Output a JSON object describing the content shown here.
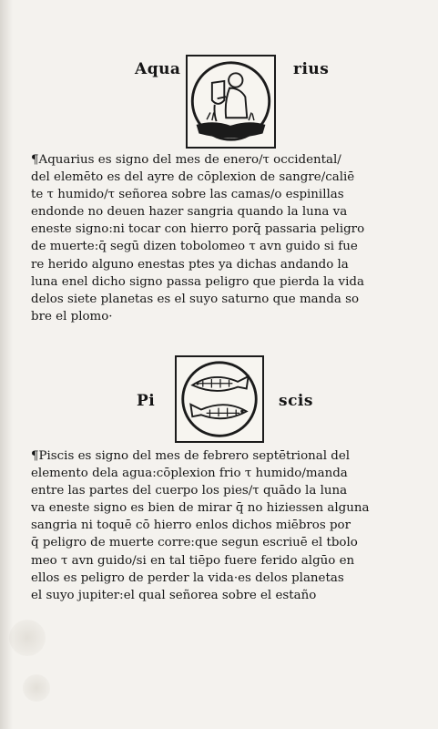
{
  "aquarius": {
    "heading_left": "Aqua",
    "heading_right": "rius",
    "lines": [
      "¶Aquarius es signo del mes de enero/τ occidental/",
      "del elemēto es del ayre de cōplexion de sangre/caliē",
      "te τ humido/τ señorea sobre las camas/o espinillas",
      "endonde no deuen hazer sangria quando la luna va",
      "eneste signo:ni tocar con hierro porq̄ passaria peligro",
      "de muerte:q̄ segū dizen tobolomeo τ avn guido si fue",
      "re herido alguno enestas ptes ya dichas andando la",
      "luna enel dicho signo passa peligro que pierda la vida",
      "delos siete planetas es el suyo saturno que manda so",
      "bre el plomo·"
    ]
  },
  "pisces": {
    "heading_left": "Pi",
    "heading_right": "scis",
    "lines": [
      "¶Piscis es signo del mes de febrero septētrional del",
      "elemento dela agua:cōplexion frio τ humido/manda",
      "entre las partes del cuerpo los pies/τ quādo la luna",
      "va eneste signo es bien de mirar q̄ no hiziessen alguna",
      "sangria ni toquē cō hierro enlos dichos miēbros por",
      "q̄ peligro de muerte corre:que segun escriuē el tbolo",
      "meo τ avn guido/si en tal tiēpo fuere ferido algūo en",
      "ellos es peligro de perder la vida·es delos planetas",
      "el suyo jupiter:el qual señorea sobre el estaño"
    ]
  },
  "colors": {
    "ink": "#151515",
    "paper": "#f4f2ee"
  }
}
